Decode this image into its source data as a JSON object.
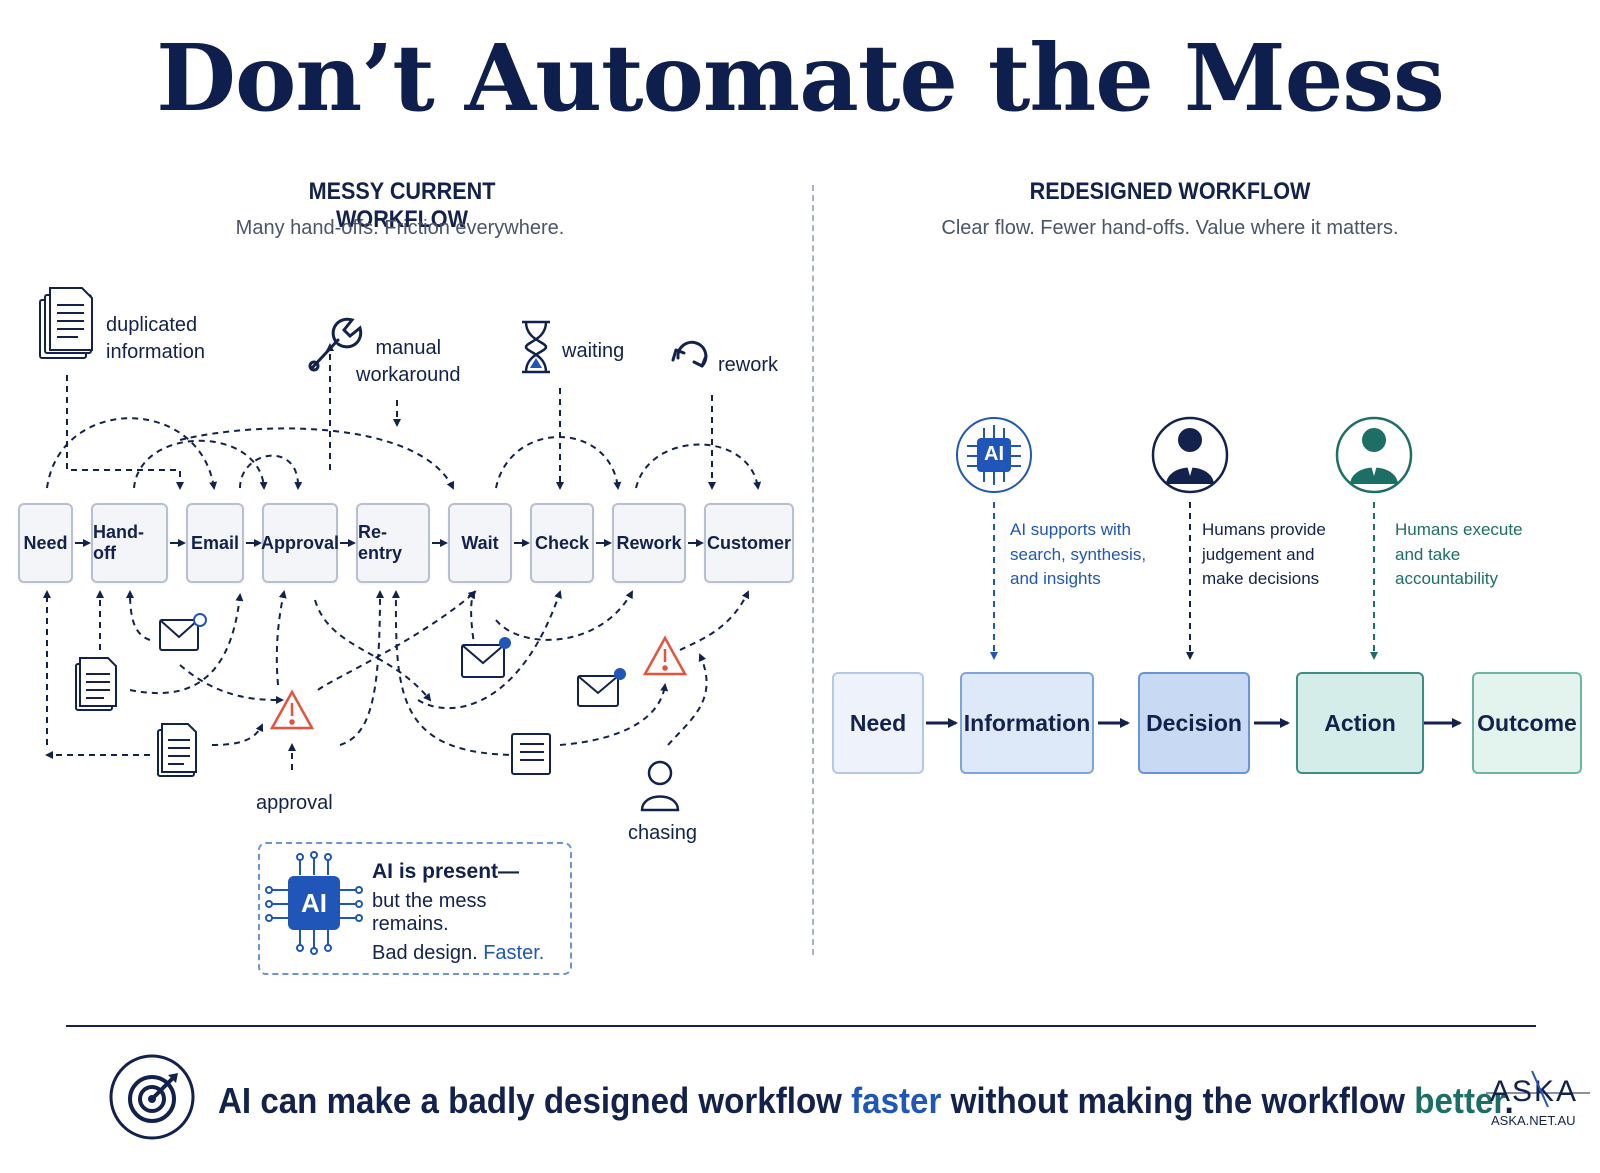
{
  "title": "Don’t Automate the Mess",
  "messy": {
    "heading": "MESSY CURRENT WORKFLOW",
    "subheading": "Many hand-offs. Friction everywhere.",
    "steps": [
      "Need",
      "Hand-off",
      "Email",
      "Approval",
      "Re-entry",
      "Wait",
      "Check",
      "Rework",
      "Customer"
    ],
    "labels": {
      "duplicated_1": "duplicated",
      "duplicated_2": "information",
      "manual_1": "manual",
      "manual_2": "workaround",
      "waiting": "waiting",
      "rework": "rework",
      "approval": "approval",
      "chasing": "chasing"
    },
    "callout": {
      "ai_chip": "AI",
      "line1": "AI is present—",
      "line2": "but the mess remains.",
      "line3_a": "Bad design.",
      "line3_b": "Faster."
    }
  },
  "redesigned": {
    "heading": "REDESIGNED WORKFLOW",
    "subheading": "Clear flow. Fewer hand-offs. Value where it matters.",
    "steps": [
      "Need",
      "Information",
      "Decision",
      "Action",
      "Outcome"
    ],
    "ai_icon_label": "AI",
    "ai_note": [
      "AI supports with",
      "search, synthesis,",
      "and insights"
    ],
    "human_note": [
      "Humans provide",
      "judgement and",
      "make decisions"
    ],
    "exec_note": [
      "Humans execute",
      "and take",
      "accountability"
    ]
  },
  "footer": {
    "text_a": "AI can make a badly designed workflow ",
    "text_b": "faster",
    "text_c": " without making the workflow ",
    "text_d": "better",
    "text_e": ".",
    "logo": "ASKA",
    "url": "ASKA.NET.AU"
  },
  "colors": {
    "navy": "#13224d",
    "blue": "#1f56b8",
    "teal": "#1d6e64",
    "warning": "#e5533d"
  }
}
